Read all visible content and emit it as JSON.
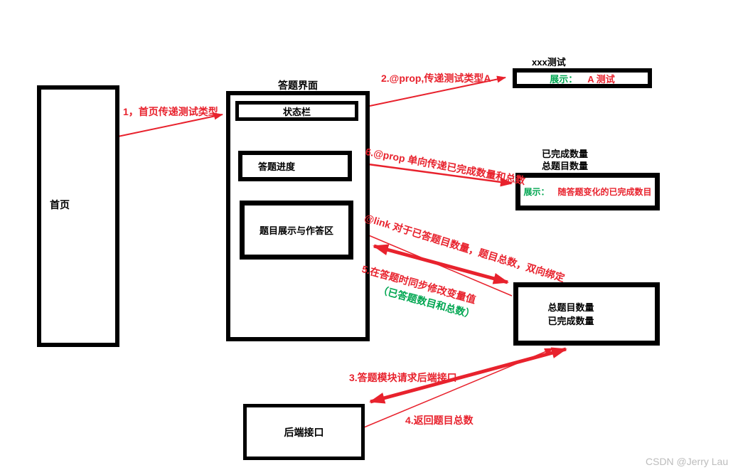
{
  "watermark": "CSDN @Jerry Lau",
  "colors": {
    "red": "#e8222d",
    "green": "#00a651",
    "black": "#000000",
    "watermark": "#bcbcbc"
  },
  "nodes": {
    "home": {
      "label": "首页"
    },
    "quiz": {
      "title": "答题界面",
      "status_bar": "状态栏",
      "progress": "答题进度",
      "question_area": "题目展示与作答区"
    },
    "test_display": {
      "caption": "xxx测试",
      "prefix": "展示：",
      "value": "A 测试"
    },
    "completed_display": {
      "caption_line1": "已完成数量",
      "caption_line2": "总题目数量",
      "prefix": "展示：",
      "value": "随答题变化的已完成数目"
    },
    "vars": {
      "line1": "总题目数量",
      "line2": "已完成数量"
    },
    "backend": {
      "label": "后端接口"
    }
  },
  "edges": {
    "e1": {
      "label": "1，首页传递测试类型"
    },
    "e2": {
      "label": "2.@prop,传递测试类型A"
    },
    "e6": {
      "label": "6.@prop 单向传递已完成数量和总数"
    },
    "elink": {
      "label": "@link 对于已答题目数量，题目总数，双向绑定"
    },
    "e5": {
      "label": "5.在答题时同步修改变量值",
      "sub": "（已答题数目和总数）"
    },
    "e3": {
      "label": "3.答题模块请求后端接口"
    },
    "e4": {
      "label": "4.返回题目总数"
    }
  }
}
